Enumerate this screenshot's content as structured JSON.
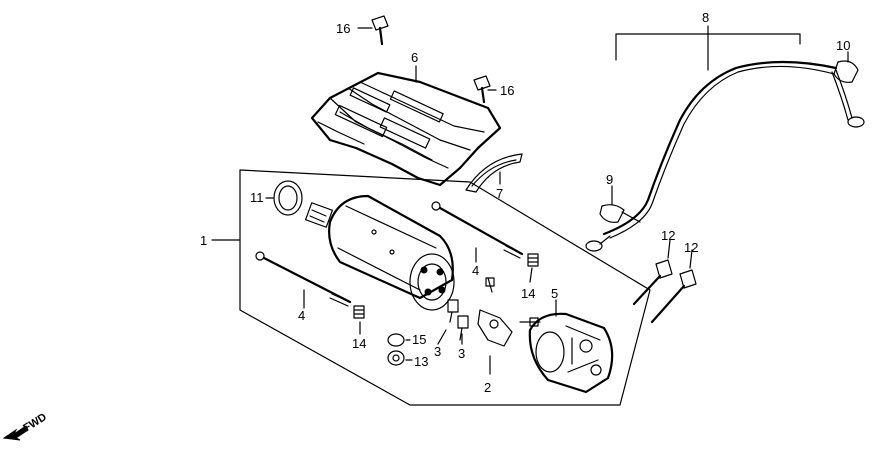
{
  "callouts": {
    "n1": "1",
    "n2": "2",
    "n3a": "3",
    "n3b": "3",
    "n4a": "4",
    "n4b": "4",
    "n5": "5",
    "n6": "6",
    "n7": "7",
    "n8": "8",
    "n9": "9",
    "n10": "10",
    "n11": "11",
    "n12a": "12",
    "n12b": "12",
    "n13": "13",
    "n14a": "14",
    "n14b": "14",
    "n15": "15",
    "n16a": "16",
    "n16b": "16"
  },
  "fwd_label": "FWD"
}
